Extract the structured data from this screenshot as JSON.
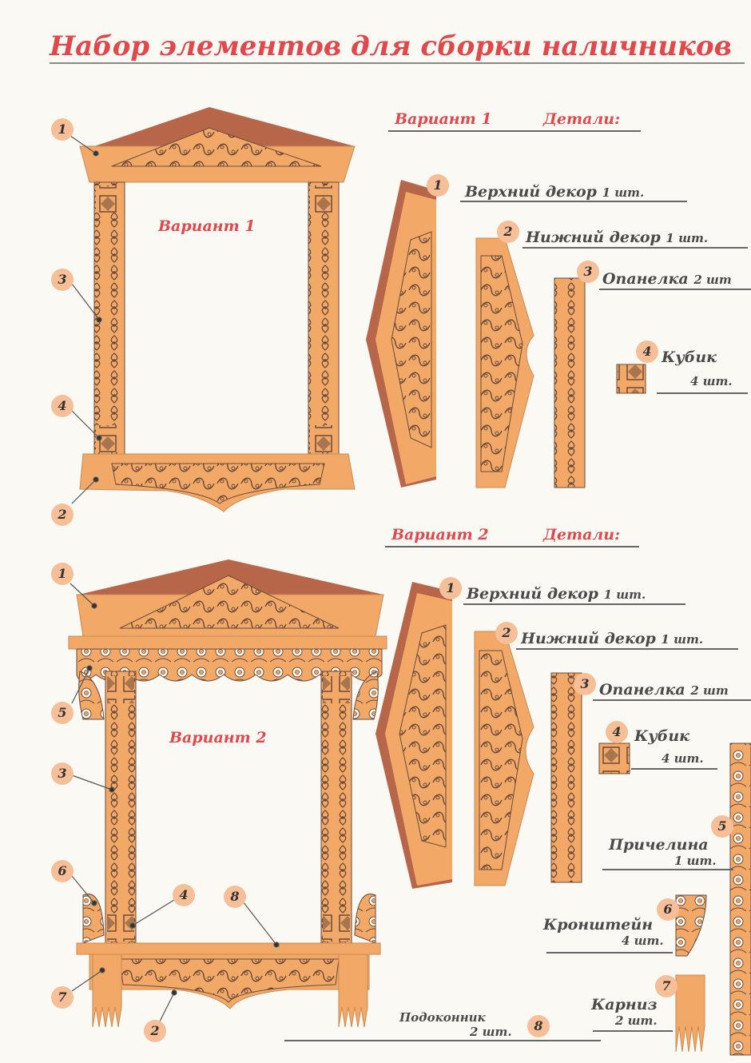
{
  "title": "Набор элементов для сборки наличников",
  "section1": {
    "heading_variant": "Вариант 1",
    "heading_details": "Детали:",
    "frame_label": "Вариант 1",
    "callouts": [
      "1",
      "3",
      "4",
      "2"
    ],
    "parts": [
      {
        "num": "1",
        "name": "Верхний декор",
        "qty": "1 шт."
      },
      {
        "num": "2",
        "name": "Нижний декор",
        "qty": "1 шт."
      },
      {
        "num": "3",
        "name": "Опанелка",
        "qty": "2 шт"
      },
      {
        "num": "4",
        "name": "Кубик",
        "qty": "4 шт."
      }
    ]
  },
  "section2": {
    "heading_variant": "Вариант 2",
    "heading_details": "Детали:",
    "frame_label": "Вариант 2",
    "callouts": [
      "1",
      "5",
      "3",
      "6",
      "4",
      "8",
      "7",
      "2"
    ],
    "parts": [
      {
        "num": "1",
        "name": "Верхний декор",
        "qty": "1 шт."
      },
      {
        "num": "2",
        "name": "Нижний декор",
        "qty": "1 шт."
      },
      {
        "num": "3",
        "name": "Опанелка",
        "qty": "2 шт"
      },
      {
        "num": "4",
        "name": "Кубик",
        "qty": "4 шт."
      },
      {
        "num": "5",
        "name": "Причелина",
        "qty": "1 шт."
      },
      {
        "num": "6",
        "name": "Кронштейн",
        "qty": "4 шт."
      },
      {
        "num": "7",
        "name": "Карниз",
        "qty": "2 шт."
      },
      {
        "num": "8",
        "name": "Подоконник",
        "qty": "2 шт."
      }
    ]
  },
  "colors": {
    "wood": "#f2a968",
    "wood_dark": "#c98a52",
    "cornice": "#b8664a",
    "accent": "#e0484c",
    "badge": "#f6bf98"
  }
}
